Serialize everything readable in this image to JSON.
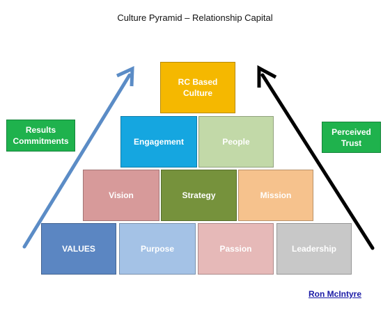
{
  "title": "Culture Pyramid – Relationship Capital",
  "pyramid": {
    "top": "RC Based\nCulture",
    "row2": [
      "Engagement",
      "People"
    ],
    "row3": [
      "Vision",
      "Strategy",
      "Mission"
    ],
    "row4": [
      "VALUES",
      "Purpose",
      "Passion",
      "Leadership"
    ]
  },
  "left_label": "Results\nCommitments",
  "right_label": "Perceived\nTrust",
  "author": "Ron McIntyre",
  "colors": {
    "rc_culture": "#f5b800",
    "engagement": "#15a6e0",
    "people": "#c2d9a8",
    "vision": "#d79a9a",
    "strategy": "#76923c",
    "mission": "#f6c28d",
    "values": "#5b86c2",
    "purpose": "#a4c2e6",
    "passion": "#e6b9b8",
    "leadership": "#c8c8c8",
    "side_labels": "#1fb24d",
    "left_arrow": "#5b8cc6",
    "right_arrow": "#000000"
  },
  "icons": [
    "left-up-arrow-icon",
    "right-up-arrow-icon"
  ]
}
